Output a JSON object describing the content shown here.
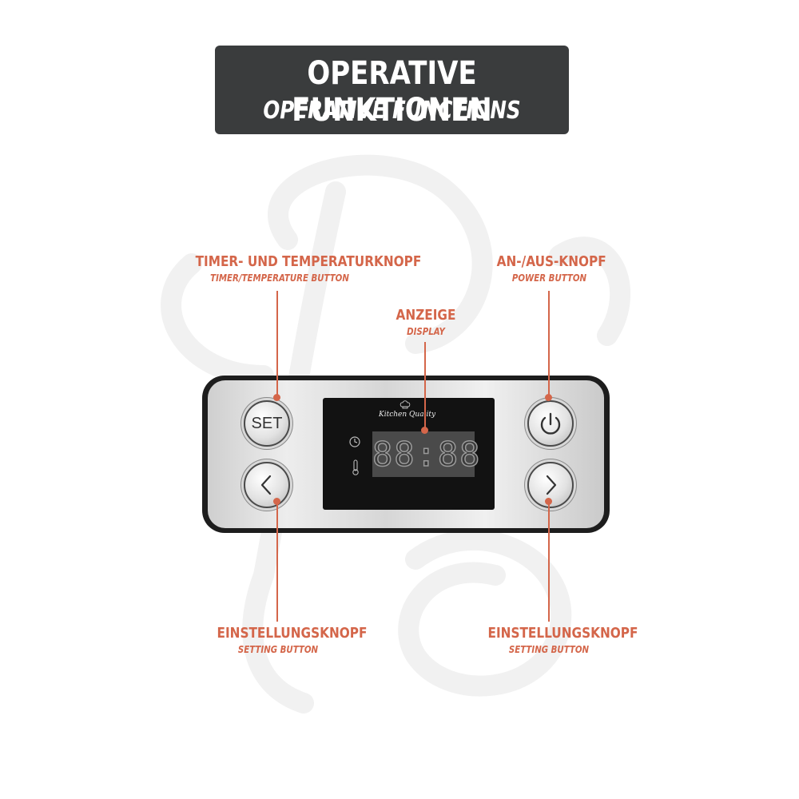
{
  "title": {
    "main": "OPERATIVE FUNKTIONEN",
    "sub": "OPERATIVE FUNCTIONS"
  },
  "labels": {
    "timer": {
      "de": "TIMER- UND TEMPERATURKNOPF",
      "en": "TIMER/TEMPERATURE BUTTON"
    },
    "power": {
      "de": "AN-/AUS-KNOPF",
      "en": "POWER BUTTON"
    },
    "display": {
      "de": "ANZEIGE",
      "en": "DISPLAY"
    },
    "setting_left": {
      "de": "EINSTELLUNGSKNOPF",
      "en": "SETTING  BUTTON"
    },
    "setting_right": {
      "de": "EINSTELLUNGSKNOPF",
      "en": "SETTING  BUTTON"
    }
  },
  "panel": {
    "set_label": "SET",
    "display_digits": "88:88",
    "brand_text": "Kitchen Quality"
  },
  "icons": {
    "power": "power-icon",
    "left": "chevron-left-icon",
    "right": "chevron-right-icon",
    "clock": "clock-icon",
    "thermometer": "thermometer-icon",
    "logo": "chef-hat-icon"
  },
  "colors": {
    "accent": "#d4664a",
    "title_bg": "#3a3c3d",
    "panel_frame": "#1d1d1d"
  }
}
